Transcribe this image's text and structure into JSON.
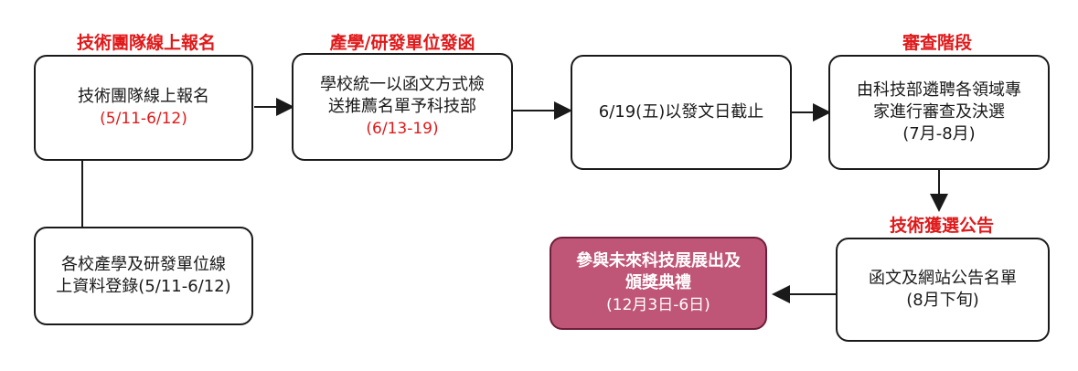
{
  "stage_labels": {
    "team_registration": "技術團隊線上報名",
    "unit_submission": "產學/研發單位發函",
    "review": "審查階段",
    "announcement": "技術獲選公告"
  },
  "boxes": {
    "online_registration": {
      "title": "技術團隊線上報名",
      "date": "(5/11-6/12)"
    },
    "school_recommendation": {
      "line1": "學校統一以函文方式檢",
      "line2": "送推薦名單予科技部",
      "date": "(6/13-19)"
    },
    "deadline": {
      "text": "6/19(五)以發文日截止"
    },
    "expert_review": {
      "line1": "由科技部遴聘各領域專",
      "line2": "家進行審查及決選",
      "date": "(7月-8月)"
    },
    "school_login": {
      "line1": "各校產學及研發單位線",
      "line2": "上資料登錄(5/11-6/12)"
    },
    "official_announcement": {
      "line1": "函文及網站公告名單",
      "date": "(8月下旬)"
    },
    "exhibition": {
      "line1": "參與未來科技展展出及",
      "line2": "頒獎典禮",
      "date": "(12月3日-6日)"
    }
  },
  "colors": {
    "label_red": "#e0191a",
    "highlight_fill": "#c05677",
    "border": "#1a1a1a"
  }
}
